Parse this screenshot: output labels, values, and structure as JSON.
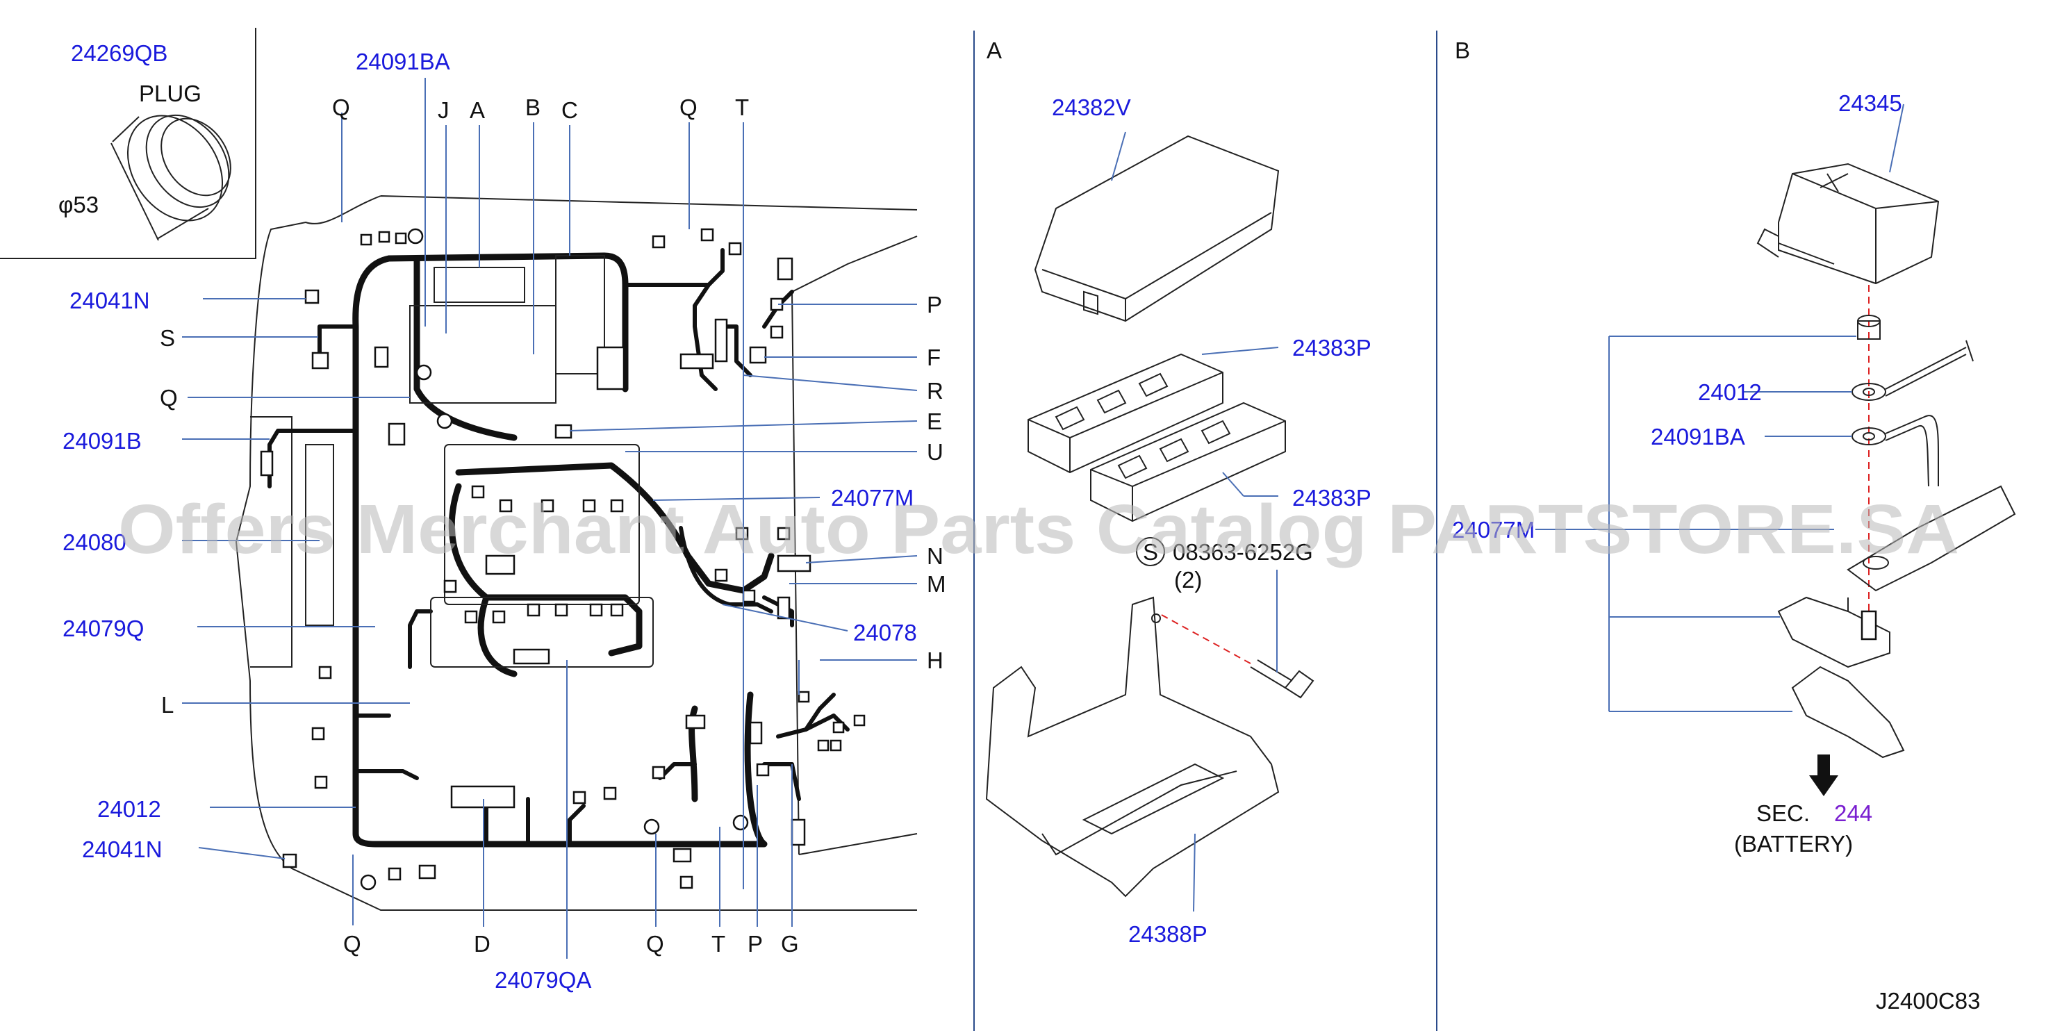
{
  "section_labels": {
    "a": "A",
    "b": "B"
  },
  "diagram_code": "J2400C83",
  "watermark": "Offers Merchant Auto Parts Catalog PARTSTORE.SA",
  "plug_inset": {
    "part": "24269QB",
    "label": "PLUG",
    "dimension": "φ53"
  },
  "left_parts": {
    "p24091BA": "24091BA",
    "p24041N_top": "24041N",
    "p24091B": "24091B",
    "p24080": "24080",
    "p24079Q": "24079Q",
    "p24012": "24012",
    "p24041N_bottom": "24041N",
    "p24079QA": "24079QA",
    "p24077M": "24077M",
    "p24078": "24078"
  },
  "left_letters": {
    "top": [
      "Q",
      "J",
      "A",
      "B",
      "C",
      "Q",
      "T"
    ],
    "left": [
      "S",
      "Q",
      "L"
    ],
    "right": [
      "P",
      "F",
      "R",
      "E",
      "U",
      "N",
      "M",
      "H"
    ],
    "bottom": [
      "Q",
      "D",
      "Q",
      "T",
      "P",
      "G"
    ]
  },
  "view_a": {
    "p24382V": "24382V",
    "p24383P_top": "24383P",
    "p24383P_bottom": "24383P",
    "bolt_marker": "S",
    "bolt_code": "08363-6252G",
    "bolt_qty": "(2)",
    "p24388P": "24388P"
  },
  "view_b": {
    "p24345": "24345",
    "p24012": "24012",
    "p24091BA": "24091BA",
    "p24077M": "24077M",
    "sec_label": "SEC.",
    "sec_number": "244",
    "sec_name": "(BATTERY)"
  }
}
